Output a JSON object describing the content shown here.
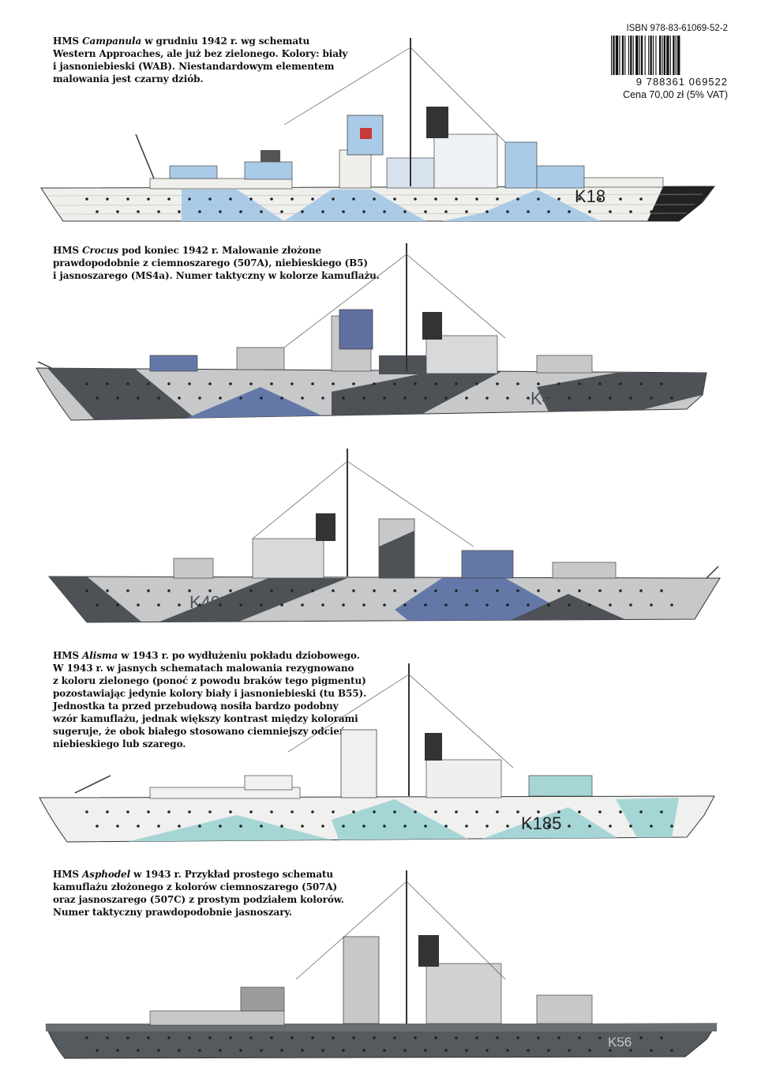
{
  "captions": [
    {
      "prefix": "HMS ",
      "name": "Campanula",
      "text": " w grudniu 1942 r. wg schematu\nWestern Approaches, ale już bez zielonego. Kolory: biały\ni jasnoniebieski (WAB). Niestandardowym elementem\nmalowania jest czarny dziób."
    },
    {
      "prefix": "HMS ",
      "name": "Crocus",
      "text": " pod koniec 1942 r. Malowanie złożone\nprawdopodobnie z ciemnoszarego (507A), niebieskiego (B5)\ni jasnoszarego (MS4a). Numer taktyczny w kolorze kamuflażu."
    },
    {
      "prefix": "HMS ",
      "name": "Alisma",
      "text": " w 1943 r. po wydłużeniu pokładu dziobowego.\nW 1943 r. w jasnych schematach malowania rezygnowano\nz koloru zielonego (ponoć z powodu braków tego pigmentu)\npozostawiając jedynie kolory biały i jasnoniebieski (tu B55).\nJednostka ta przed przebudową nosiła bardzo podobny\nwzór kamuflażu, jednak większy kontrast między kolorami\nsugeruje, że obok białego stosowano ciemniejszy odcień\nniebieskiego lub szarego."
    },
    {
      "prefix": "HMS ",
      "name": "Asphodel",
      "text": " w 1943 r. Przykład prostego schematu\nkamuflażu złożonego z kolorów ciemnoszarego (507A)\noraz jasnoszarego (507C) z prostym podziałem kolorów.\nNumer taktyczny prawdopodobnie jasnoszary."
    }
  ],
  "hull_numbers": {
    "campanula": "K18",
    "crocus_starboard": "K49",
    "crocus_port": "K49",
    "alisma": "K185",
    "asphodel": "K56"
  },
  "isbn": {
    "text": "ISBN 978-83-61069-52-2",
    "ean": "9 788361 069522",
    "price": "Cena 70,00 zł (5% VAT)"
  },
  "colors": {
    "white": "#f2f2f0",
    "light_blue": "#a9cbe8",
    "dark_grey": "#4e5257",
    "mid_blue": "#6478a8",
    "light_grey": "#c7c8c9",
    "pale_cyan": "#a6d5d6",
    "navy": "#5f6fa0"
  }
}
